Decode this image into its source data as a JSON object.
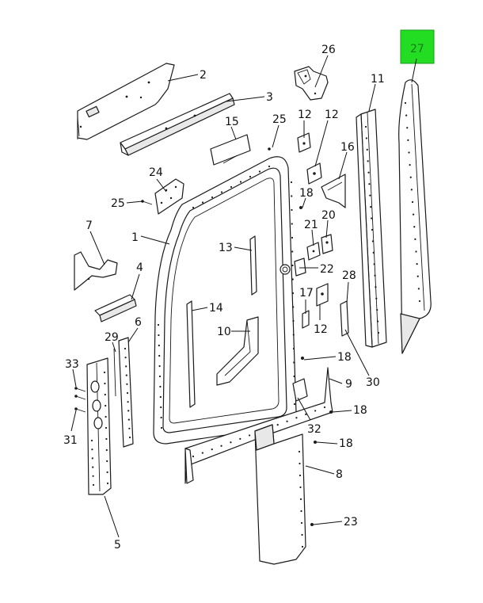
{
  "highlight_color": "#22dd22",
  "highlighted_callout": "27",
  "callouts": [
    {
      "id": "c2",
      "label": "2"
    },
    {
      "id": "c3",
      "label": "3"
    },
    {
      "id": "c26",
      "label": "26"
    },
    {
      "id": "c27",
      "label": "27"
    },
    {
      "id": "c11",
      "label": "11"
    },
    {
      "id": "c12a",
      "label": "12"
    },
    {
      "id": "c12b",
      "label": "12"
    },
    {
      "id": "c15",
      "label": "15"
    },
    {
      "id": "c25a",
      "label": "25"
    },
    {
      "id": "c16",
      "label": "16"
    },
    {
      "id": "c24",
      "label": "24"
    },
    {
      "id": "c25b",
      "label": "25"
    },
    {
      "id": "c18a",
      "label": "18"
    },
    {
      "id": "c7",
      "label": "7"
    },
    {
      "id": "c1",
      "label": "1"
    },
    {
      "id": "c21",
      "label": "21"
    },
    {
      "id": "c20",
      "label": "20"
    },
    {
      "id": "c13",
      "label": "13"
    },
    {
      "id": "c22",
      "label": "22"
    },
    {
      "id": "c4",
      "label": "4"
    },
    {
      "id": "c28",
      "label": "28"
    },
    {
      "id": "c17",
      "label": "17"
    },
    {
      "id": "c14",
      "label": "14"
    },
    {
      "id": "c6",
      "label": "6"
    },
    {
      "id": "c12c",
      "label": "12"
    },
    {
      "id": "c10",
      "label": "10"
    },
    {
      "id": "c29",
      "label": "29"
    },
    {
      "id": "c18b",
      "label": "18"
    },
    {
      "id": "c33",
      "label": "33"
    },
    {
      "id": "c30",
      "label": "30"
    },
    {
      "id": "c9",
      "label": "9"
    },
    {
      "id": "c18c",
      "label": "18"
    },
    {
      "id": "c32",
      "label": "32"
    },
    {
      "id": "c31",
      "label": "31"
    },
    {
      "id": "c18d",
      "label": "18"
    },
    {
      "id": "c8",
      "label": "8"
    },
    {
      "id": "c23",
      "label": "23"
    },
    {
      "id": "c5",
      "label": "5"
    }
  ]
}
